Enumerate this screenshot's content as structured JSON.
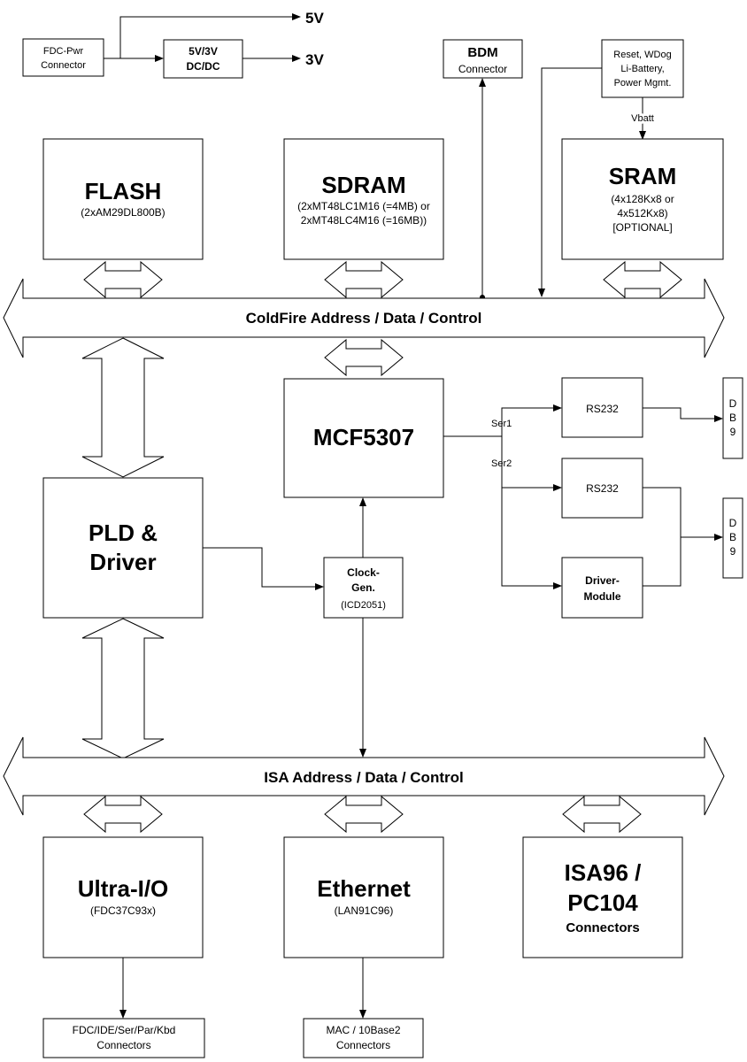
{
  "power": {
    "connector_line1": "FDC-Pwr",
    "connector_line2": "Connector",
    "dcdc_line1": "5V/3V",
    "dcdc_line2": "DC/DC",
    "out_5v": "5V",
    "out_3v": "3V"
  },
  "bdm": {
    "title": "BDM",
    "sub": "Connector"
  },
  "reset": {
    "line1": "Reset, WDog",
    "line2": "Li-Battery,",
    "line3": "Power Mgmt.",
    "vbatt": "Vbatt"
  },
  "flash": {
    "title": "FLASH",
    "sub": "(2xAM29DL800B)"
  },
  "sdram": {
    "title": "SDRAM",
    "sub1": "(2xMT48LC1M16 (=4MB) or",
    "sub2": "2xMT48LC4M16 (=16MB))"
  },
  "sram": {
    "title": "SRAM",
    "sub1": "(4x128Kx8 or",
    "sub2": "4x512Kx8)",
    "sub3": "[OPTIONAL]"
  },
  "coldfire_bus": {
    "label": "ColdFire Address / Data / Control"
  },
  "mcf": {
    "title": "MCF5307"
  },
  "serial": {
    "ser1": "Ser1",
    "ser2": "Ser2",
    "rs232_a": "RS232",
    "rs232_b": "RS232",
    "driver_line1": "Driver-",
    "driver_line2": "Module",
    "db9_a": [
      "D",
      "B",
      "9"
    ],
    "db9_b": [
      "D",
      "B",
      "9"
    ]
  },
  "pld": {
    "line1": "PLD &",
    "line2": "Driver"
  },
  "clock": {
    "line1": "Clock-",
    "line2": "Gen.",
    "sub": "(ICD2051)"
  },
  "isa_bus": {
    "label": "ISA Address / Data / Control"
  },
  "ultra": {
    "title": "Ultra-I/O",
    "sub": "(FDC37C93x)",
    "conn_line1": "FDC/IDE/Ser/Par/Kbd",
    "conn_line2": "Connectors"
  },
  "ethernet": {
    "title": "Ethernet",
    "sub": "(LAN91C96)",
    "conn_line1": "MAC / 10Base2",
    "conn_line2": "Connectors"
  },
  "isa96": {
    "line1": "ISA96 /",
    "line2": "PC104",
    "line3": "Connectors"
  }
}
